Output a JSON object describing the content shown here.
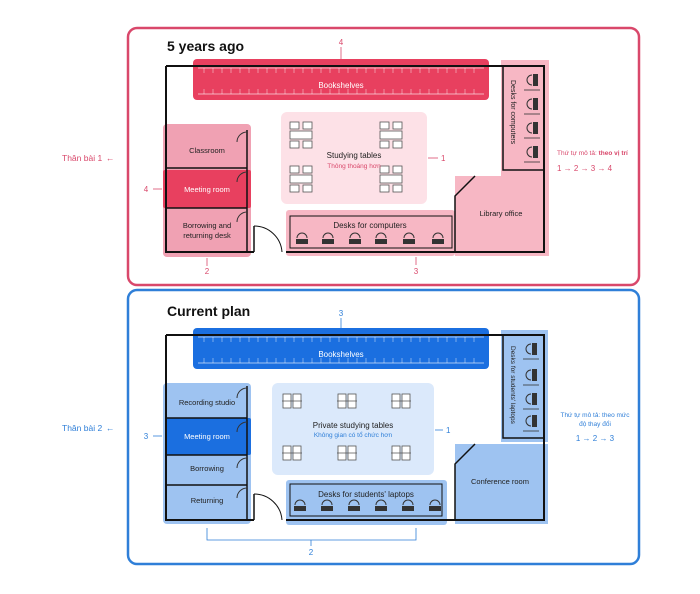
{
  "colors": {
    "red": "#d9486b",
    "red_fill": "#e8405f",
    "red_light": "#f7b7c4",
    "red_pale": "#fde1e7",
    "blue": "#2f7fd8",
    "blue_fill": "#1b6fe0",
    "blue_light": "#9ec3f1",
    "blue_pale": "#dbe9fb"
  },
  "panel1": {
    "title": "5 years ago",
    "side_label": "Thân bài 1",
    "bookshelves": "Bookshelves",
    "classroom": "Classroom",
    "meeting_room": "Meeting room",
    "borrowing_line1": "Borrowing and",
    "borrowing_line2": "returning desk",
    "studying": "Studying tables",
    "studying_sub": "Thông thoáng hơn",
    "desks": "Desks for computers",
    "desks_vertical": "Desks for computers",
    "office": "Library office",
    "note_prefix": "Thứ tự mô tả: ",
    "note_bold": "theo vị trí",
    "order": "1 → 2 → 3 → 4",
    "n1": "1",
    "n2": "2",
    "n3": "3",
    "n4": "4",
    "n4_top": "4"
  },
  "panel2": {
    "title": "Current plan",
    "side_label": "Thân bài 2",
    "bookshelves": "Bookshelves",
    "recording": "Recording studio",
    "meeting_room": "Meeting room",
    "borrowing": "Borrowing",
    "returning": "Returning",
    "studying": "Private studying tables",
    "studying_sub": "Không gian có tổ chức hơn",
    "desks": "Desks for students' laptops",
    "desks_vertical": "Desks for students' laptops",
    "conference": "Conference room",
    "note_line1": "Thứ tự mô tả: theo mức",
    "note_line2": "độ thay đổi",
    "order": "1 → 2 → 3",
    "n1": "1",
    "n2": "2",
    "n3_top": "3",
    "n3_left": "3"
  }
}
